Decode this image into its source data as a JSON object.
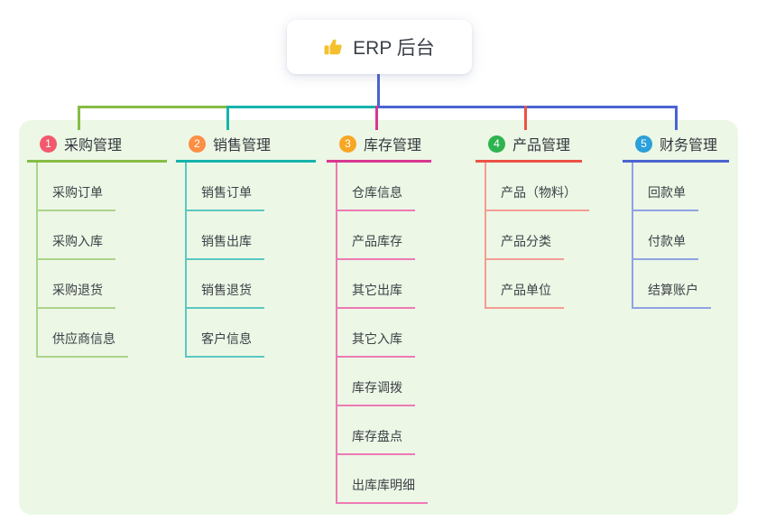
{
  "root": {
    "icon": "thumbs-up",
    "icon_emoji": "👍",
    "title": "ERP 后台",
    "line_color": "#4b64d1"
  },
  "panel_color": "#ecf7e6",
  "branches": [
    {
      "num": "1",
      "title": "采购管理",
      "color": "#87bc45",
      "light": "#acd489",
      "badge": "#f15a6d",
      "children": [
        "采购订单",
        "采购入库",
        "采购退货",
        "供应商信息"
      ]
    },
    {
      "num": "2",
      "title": "销售管理",
      "color": "#16b3ab",
      "light": "#5bc8c1",
      "badge": "#fd8f44",
      "children": [
        "销售订单",
        "销售出库",
        "销售退货",
        "客户信息"
      ]
    },
    {
      "num": "3",
      "title": "库存管理",
      "color": "#d93690",
      "light": "#ee7ab4",
      "badge": "#f7a723",
      "children": [
        "仓库信息",
        "产品库存",
        "其它出库",
        "其它入库",
        "库存调拨",
        "库存盘点",
        "出库库明细"
      ]
    },
    {
      "num": "4",
      "title": "产品管理",
      "color": "#ec5246",
      "light": "#f59c95",
      "badge": "#2eb350",
      "children": [
        "产品（物料）",
        "产品分类",
        "产品单位"
      ]
    },
    {
      "num": "5",
      "title": "财务管理",
      "color": "#4b64d1",
      "light": "#8fa3e3",
      "badge": "#2ba0d9",
      "children": [
        "回款单",
        "付款单",
        "结算账户"
      ]
    }
  ]
}
